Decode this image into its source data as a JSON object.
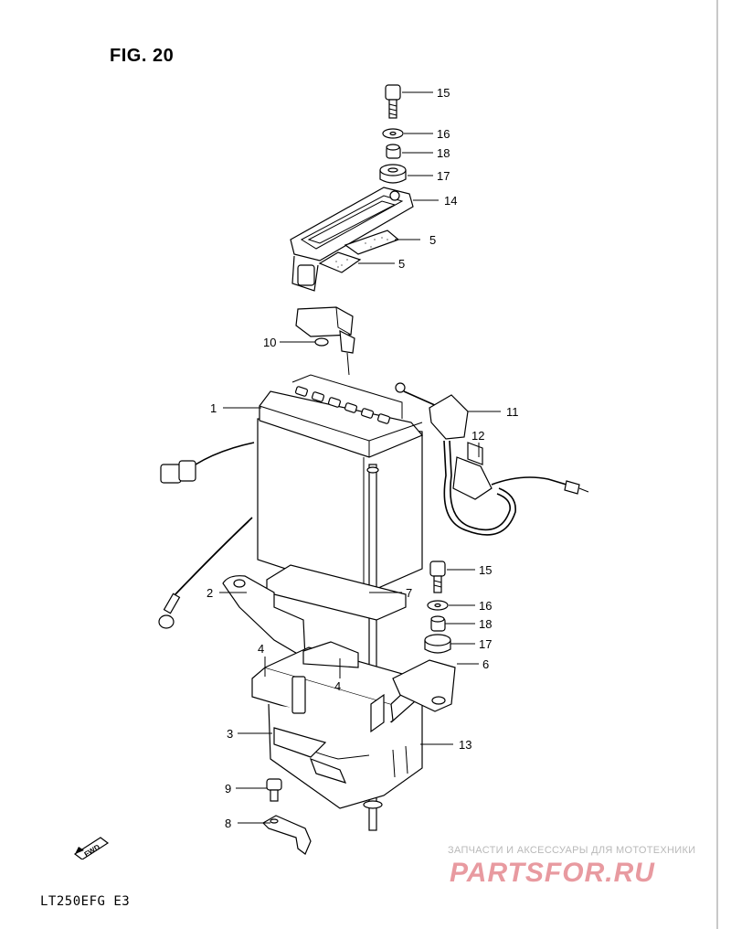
{
  "figure": {
    "title": "FIG. 20",
    "model_code": "LT250EFG  E3",
    "fwd_label": "FWD"
  },
  "watermark": {
    "line1": "ЗАПЧАСТИ И АКСЕССУАРЫ ДЛЯ МОТОТЕХНИКИ",
    "logo_text": "PARTSFOR.RU",
    "color": "#e89aa0"
  },
  "callouts": [
    {
      "id": "c15a",
      "label": "15"
    },
    {
      "id": "c16a",
      "label": "16"
    },
    {
      "id": "c18a",
      "label": "18"
    },
    {
      "id": "c17a",
      "label": "17"
    },
    {
      "id": "c14",
      "label": "14"
    },
    {
      "id": "c5a",
      "label": "5"
    },
    {
      "id": "c5b",
      "label": "5"
    },
    {
      "id": "c10",
      "label": "10"
    },
    {
      "id": "c1",
      "label": "1"
    },
    {
      "id": "c11",
      "label": "11"
    },
    {
      "id": "c12",
      "label": "12"
    },
    {
      "id": "c15b",
      "label": "15"
    },
    {
      "id": "c2",
      "label": "2"
    },
    {
      "id": "c7",
      "label": "7"
    },
    {
      "id": "c16b",
      "label": "16"
    },
    {
      "id": "c18b",
      "label": "18"
    },
    {
      "id": "c17b",
      "label": "17"
    },
    {
      "id": "c4a",
      "label": "4"
    },
    {
      "id": "c6",
      "label": "6"
    },
    {
      "id": "c4b",
      "label": "4"
    },
    {
      "id": "c3",
      "label": "3"
    },
    {
      "id": "c13",
      "label": "13"
    },
    {
      "id": "c9",
      "label": "9"
    },
    {
      "id": "c8",
      "label": "8"
    }
  ]
}
